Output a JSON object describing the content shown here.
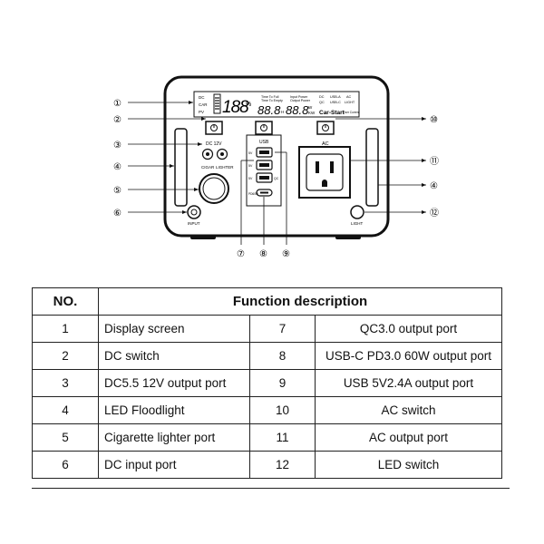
{
  "diagram": {
    "callouts_left": [
      "①",
      "②",
      "③",
      "④",
      "⑤",
      "⑥"
    ],
    "callouts_bottom": [
      "⑦",
      "⑧",
      "⑨"
    ],
    "callouts_right": [
      "⑩",
      "⑪",
      "④",
      "⑫"
    ],
    "lcd": {
      "input_labels": [
        "DC",
        "CAR",
        "PV"
      ],
      "big_digits": "188",
      "percent": "%",
      "time_to_full": "Time To Full",
      "time_to_empty": "Time To Empty",
      "input_power": "Input Power",
      "output_power": "Output Power",
      "digits_a": "88.8",
      "unit_h": "H",
      "digits_b": "88.8",
      "unit_w": "W",
      "unit_kw": "KW",
      "out_dc": "DC",
      "out_usba": "USB-A",
      "out_ac": "AC",
      "out_qc": "QC",
      "out_usbc": "USB-C",
      "out_light": "LIGHT",
      "car_start": "Car-Start",
      "over_current": "Over Current"
    },
    "panel_labels": {
      "dc12v": "DC 12V",
      "cigar": "CIGAR",
      "lighter": "LIGHTER",
      "usb": "USB",
      "ac": "AC",
      "input": "INPUT",
      "light": "LIGHT",
      "qc": "QC",
      "pd60w": "PD60W",
      "usb_port_labels": [
        "5V",
        "5V",
        "5V"
      ]
    }
  },
  "table": {
    "header_no": "NO.",
    "header_desc": "Function description",
    "rows": [
      {
        "n1": "1",
        "d1": "Display screen",
        "n2": "7",
        "d2": "QC3.0 output port"
      },
      {
        "n1": "2",
        "d1": "DC switch",
        "n2": "8",
        "d2": "USB-C PD3.0 60W output port"
      },
      {
        "n1": "3",
        "d1": "DC5.5 12V output port",
        "n2": "9",
        "d2": "USB 5V2.4A output port"
      },
      {
        "n1": "4",
        "d1": "LED Floodlight",
        "n2": "10",
        "d2": "AC switch"
      },
      {
        "n1": "5",
        "d1": "Cigarette lighter port",
        "n2": "11",
        "d2": "AC output port"
      },
      {
        "n1": "6",
        "d1": "DC input port",
        "n2": "12",
        "d2": "LED switch"
      }
    ]
  }
}
